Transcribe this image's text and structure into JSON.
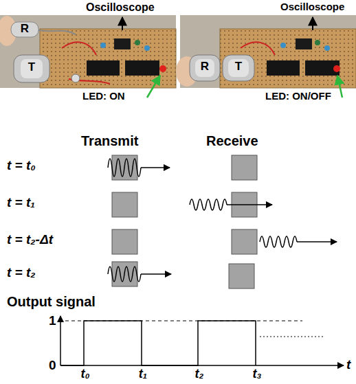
{
  "diagram": {
    "labels": [
      "Oscilloscope",
      "Oscilloscope",
      "R",
      "T",
      "R",
      "T",
      "LED: ON",
      "LED: ON/OFF",
      "Transmit",
      "Receive",
      "t = t₀",
      "t = t₁",
      "t = t₂-Δt",
      "t = t₂",
      "Output signal",
      "1",
      "0",
      "t₀",
      "t₁",
      "t₂",
      "t₃",
      "t"
    ]
  }
}
